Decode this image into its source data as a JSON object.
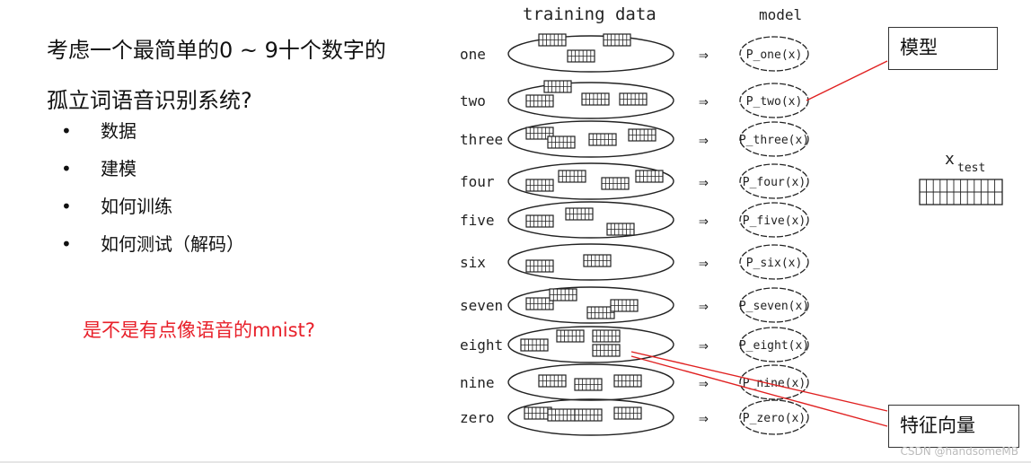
{
  "title": {
    "line1": "考虑一个最简单的0 ~ 9十个数字的",
    "line2": "孤立词语音识别系统?"
  },
  "bullets": [
    "数据",
    "建模",
    "如何训练",
    "如何测试（解码）"
  ],
  "question": "是不是有点像语音的mnist?",
  "diagram": {
    "header_training": "training data",
    "header_model": "model",
    "rows": [
      {
        "word": "one",
        "model": "P_one(x)"
      },
      {
        "word": "two",
        "model": "P_two(x)"
      },
      {
        "word": "three",
        "model": "P_three(x)"
      },
      {
        "word": "four",
        "model": "P_four(x)"
      },
      {
        "word": "five",
        "model": "P_five(x)"
      },
      {
        "word": "six",
        "model": "P_six(x)"
      },
      {
        "word": "seven",
        "model": "P_seven(x)"
      },
      {
        "word": "eight",
        "model": "P_eight(x)"
      },
      {
        "word": "nine",
        "model": "P_nine(x)"
      },
      {
        "word": "zero",
        "model": "P_zero(x)"
      }
    ],
    "arrow": "⇒",
    "test_label": "x test"
  },
  "callouts": {
    "model": "模型",
    "feature": "特征向量"
  },
  "watermark": "CSDN @handsomeMB",
  "colors": {
    "accent_red": "#e8202a",
    "callout_line": "#e02020"
  }
}
